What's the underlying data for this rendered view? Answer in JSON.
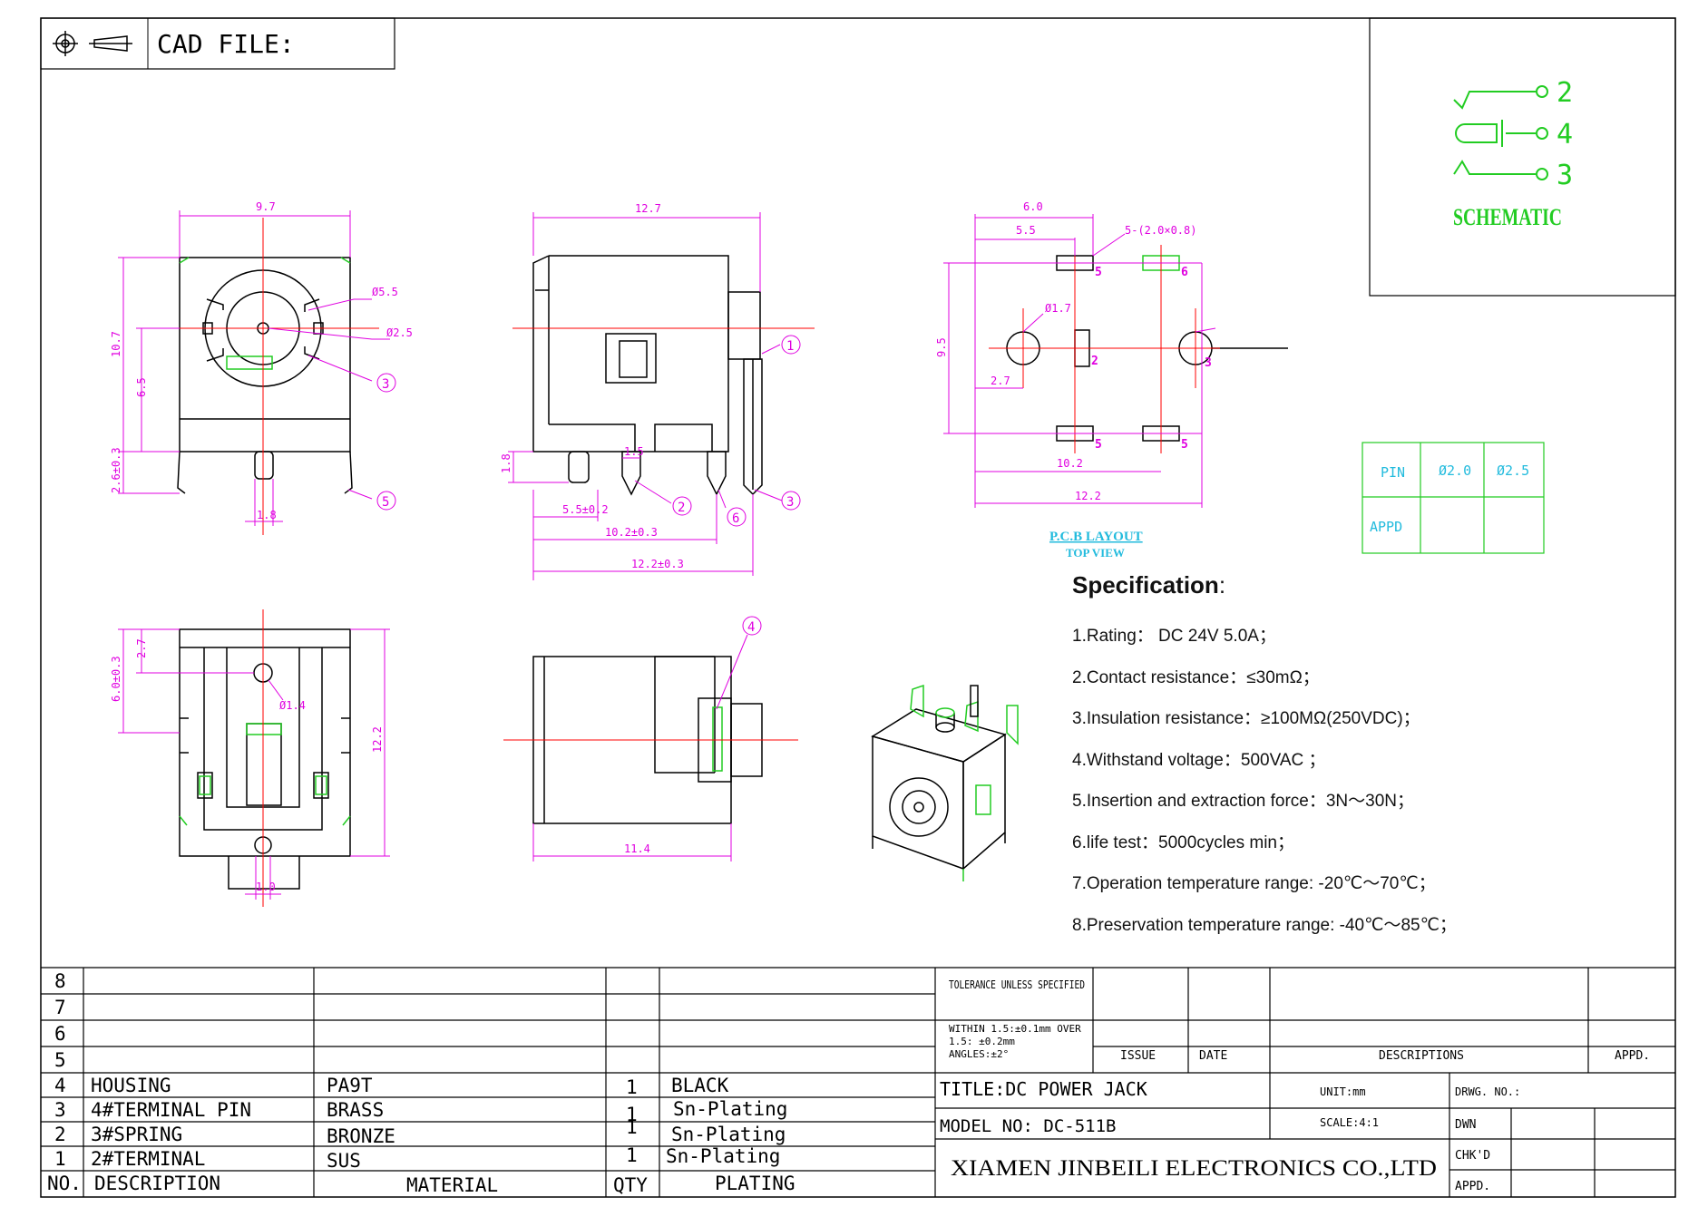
{
  "header": {
    "cad_label": "CAD FILE:"
  },
  "schematic": {
    "pins": [
      "2",
      "4",
      "3"
    ],
    "label": "SCHEMATIC"
  },
  "dims": {
    "front_width": "9.7",
    "front_height": "10.7",
    "front_h2": "6.5",
    "front_h3": "2.6±0.3",
    "front_d1": "Ø5.5",
    "front_d2": "Ø2.5",
    "front_pin": "1.8",
    "side_width": "12.7",
    "side_pin_h": "1.8",
    "side_15": "1.5",
    "side_55": "5.5±0.2",
    "side_102": "10.2±0.3",
    "side_122": "12.2±0.3",
    "pcb_60": "6.0",
    "pcb_55": "5.5",
    "pcb_slot": "5-(2.0×0.8)",
    "pcb_95": "9.5",
    "pcb_27": "2.7",
    "pcb_hole": "Ø1.7",
    "pcb_102": "10.2",
    "pcb_122": "12.2",
    "bottom_27": "2.7",
    "bottom_60": "6.0±0.3",
    "bottom_hole": "Ø1.4",
    "bottom_122": "12.2",
    "bottom_10": "1.0",
    "rear_114": "11.4"
  },
  "callouts": [
    "1",
    "2",
    "3",
    "4",
    "5",
    "6"
  ],
  "pcb_pin_nums": [
    "5",
    "6",
    "2",
    "3",
    "5",
    "5"
  ],
  "pcb_layout": {
    "title": "P.C.B LAYOUT",
    "subtitle": "TOP VIEW"
  },
  "pin_table": {
    "pin": "PIN",
    "d1": "Ø2.0",
    "d2": "Ø2.5",
    "appd": "APPD"
  },
  "specification": {
    "title": "Specification",
    "items": [
      "1.Rating： DC 24V 5.0A；",
      "2.Contact resistance：≤30mΩ；",
      "3.Insulation resistance：≥100MΩ(250VDC)；",
      "4.Withstand voltage：500VAC ；",
      "5.Insertion and extraction force：3N～30N；",
      "6.life test：5000cycles min；",
      "7.Operation temperature range: -20℃～70℃；",
      "8.Preservation temperature range: -40℃～85℃；"
    ]
  },
  "bom": {
    "rows": [
      {
        "no": "8",
        "desc": "",
        "material": "",
        "qty": "",
        "plating": ""
      },
      {
        "no": "7",
        "desc": "",
        "material": "",
        "qty": "",
        "plating": ""
      },
      {
        "no": "6",
        "desc": "",
        "material": "",
        "qty": "",
        "plating": ""
      },
      {
        "no": "5",
        "desc": "",
        "material": "",
        "qty": "",
        "plating": ""
      },
      {
        "no": "4",
        "desc": "HOUSING",
        "material": "PA9T",
        "qty": "1",
        "plating": "BLACK"
      },
      {
        "no": "3",
        "desc": "4#TERMINAL PIN",
        "material": "BRASS",
        "qty": "1",
        "plating": "Sn-Plating"
      },
      {
        "no": "2",
        "desc": "3#SPRING",
        "material": "BRONZE",
        "qty": "1",
        "plating": "Sn-Plating"
      },
      {
        "no": "1",
        "desc": "2#TERMINAL",
        "material": "SUS",
        "qty": "1",
        "plating": "Sn-Plating"
      }
    ],
    "headers": {
      "no": "NO.",
      "desc": "DESCRIPTION",
      "material": "MATERIAL",
      "qty": "QTY",
      "plating": "PLATING"
    }
  },
  "title_block": {
    "tolerance_title": "TOLERANCE UNLESS SPECIFIED",
    "tol_1": "WITHIN 1.5:±0.1mm OVER",
    "tol_2": "1.5: ±0.2mm",
    "tol_3": "ANGLES:±2°",
    "issue": "ISSUE",
    "date": "DATE",
    "descriptions": "DESCRIPTIONS",
    "appd": "APPD.",
    "title": "TITLE:DC POWER JACK",
    "unit": "UNIT:mm",
    "drwg": "DRWG. NO.:",
    "model": "MODEL NO: DC-511B",
    "scale": "SCALE:4:1",
    "dwn": "DWN",
    "chkd": "CHK'D",
    "company": "XIAMEN JINBEILI ELECTRONICS CO.,LTD",
    "appd2": "APPD."
  },
  "colors": {
    "line": "#000000",
    "dim": "#e000e0",
    "center": "#ff0000",
    "green": "#22cc22",
    "cyan": "#22bbdd"
  }
}
